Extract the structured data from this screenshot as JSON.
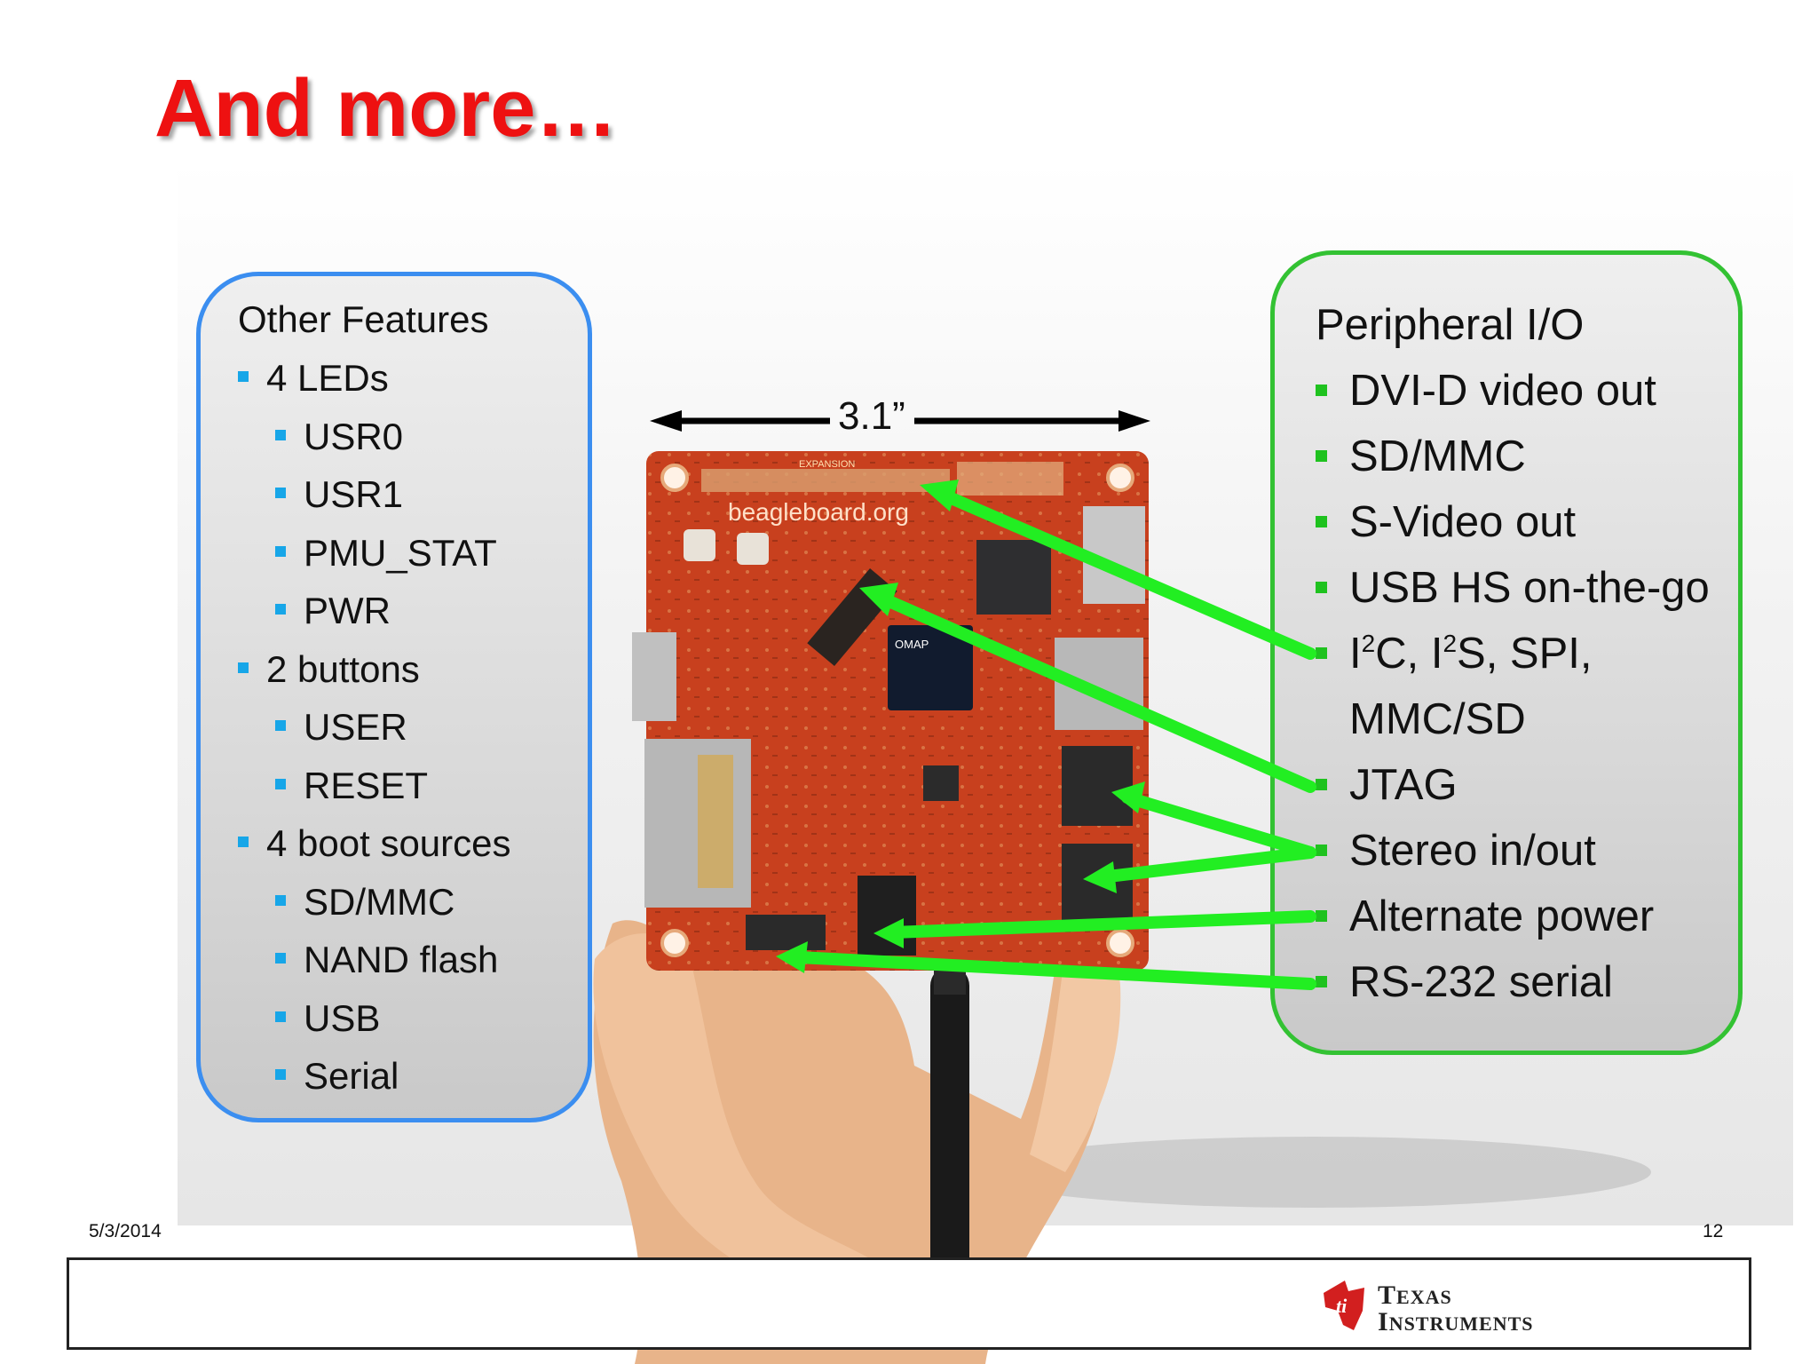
{
  "slide": {
    "title": "And more…",
    "date": "5/3/2014",
    "page_number": "12"
  },
  "left_panel": {
    "heading": "Other Features",
    "items": [
      {
        "level": 1,
        "text": "4 LEDs"
      },
      {
        "level": 2,
        "text": "USR0"
      },
      {
        "level": 2,
        "text": "USR1"
      },
      {
        "level": 2,
        "text": "PMU_STAT"
      },
      {
        "level": 2,
        "text": "PWR"
      },
      {
        "level": 1,
        "text": "2 buttons"
      },
      {
        "level": 2,
        "text": "USER"
      },
      {
        "level": 2,
        "text": "RESET"
      },
      {
        "level": 1,
        "text": "4 boot sources"
      },
      {
        "level": 2,
        "text": "SD/MMC"
      },
      {
        "level": 2,
        "text": "NAND flash"
      },
      {
        "level": 2,
        "text": "USB"
      },
      {
        "level": 2,
        "text": "Serial"
      }
    ],
    "border_color": "#3b8ef0",
    "bullet_color": "#17a6e8"
  },
  "right_panel": {
    "heading": "Peripheral I/O",
    "items": {
      "dvi": "DVI-D video out",
      "sdmmc": "SD/MMC",
      "svideo": "S-Video out",
      "usb": "USB HS on-the-go",
      "i2c_1": "I",
      "i2c_sup1": "2",
      "i2c_2": "C, I",
      "i2c_sup2": "2",
      "i2c_3": "S, SPI,",
      "i2c_cont": "MMC/SD",
      "jtag": "JTAG",
      "stereo": "Stereo in/out",
      "power": "Alternate power",
      "serial": "RS-232 serial"
    },
    "border_color": "#33c233",
    "bullet_color": "#1fc21f"
  },
  "board_photo": {
    "dimension_label": "3.1”",
    "board_text": {
      "expansion": "EXPANSION",
      "site": "beagleboard.org",
      "chip": "OMAP"
    },
    "arrow_color": "#22ee22",
    "board_color": "#c8401e"
  },
  "footer": {
    "logo_line1_cap": "T",
    "logo_line1_rest": "EXAS",
    "logo_line2_cap": "I",
    "logo_line2_rest": "NSTRUMENTS",
    "logo_color": "#d21f1f"
  }
}
